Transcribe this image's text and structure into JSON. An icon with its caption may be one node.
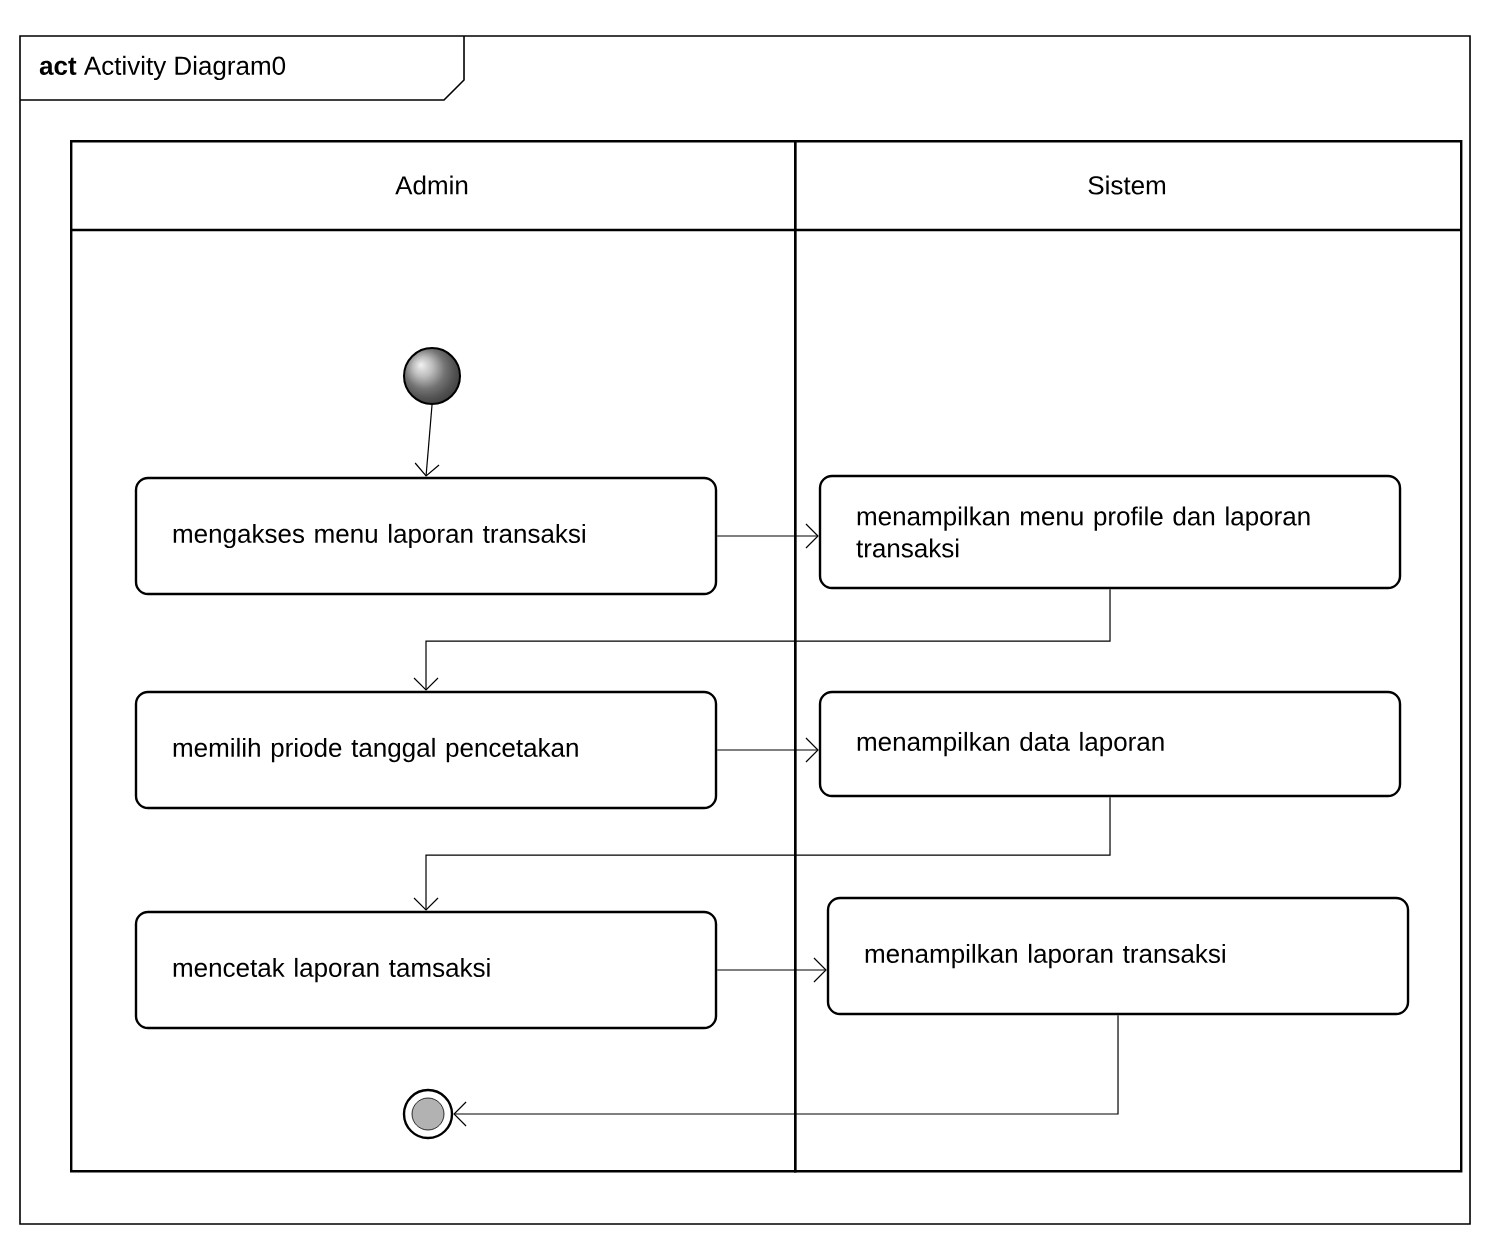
{
  "diagram": {
    "title": "**act** Activity Diagram0",
    "nodes": [
      {
        "text": [
          "Admin"
        ]
      },
      {
        "text": [
          "Sistem"
        ]
      },
      {
        "text": [],
        "shape": "circle",
        "in": 0
      },
      {
        "text": [
          "mengakses menu laporan transaksi"
        ],
        "in": 0
      },
      {
        "text": [
          "menampilkan menu profile dan laporan transaksi"
        ],
        "in": 1
      },
      {
        "text": [
          "memilih priode tanggal pencetakan"
        ],
        "in": 0
      },
      {
        "text": [
          "menampilkan  data laporan"
        ],
        "in": 1
      },
      {
        "text": [
          "mencetak laporan tamsaksi"
        ],
        "in": 0
      },
      {
        "text": [
          "menampilkan laporan transaksi"
        ],
        "in": 1
      },
      {
        "text": [],
        "shape": "circle",
        "in": 0
      }
    ],
    "edges": [
      {
        "from": 2,
        "to": 3,
        "arrow": "to"
      },
      {
        "from": 3,
        "to": 4,
        "arrow": "to"
      },
      {
        "from": 4,
        "to": 5,
        "arrow": "to"
      },
      {
        "from": 5,
        "to": 6,
        "arrow": "to"
      },
      {
        "from": 6,
        "to": 7,
        "arrow": "to"
      },
      {
        "from": 7,
        "to": 8,
        "arrow": "to"
      },
      {
        "from": 8,
        "to": 9,
        "arrow": "to"
      }
    ]
  }
}
